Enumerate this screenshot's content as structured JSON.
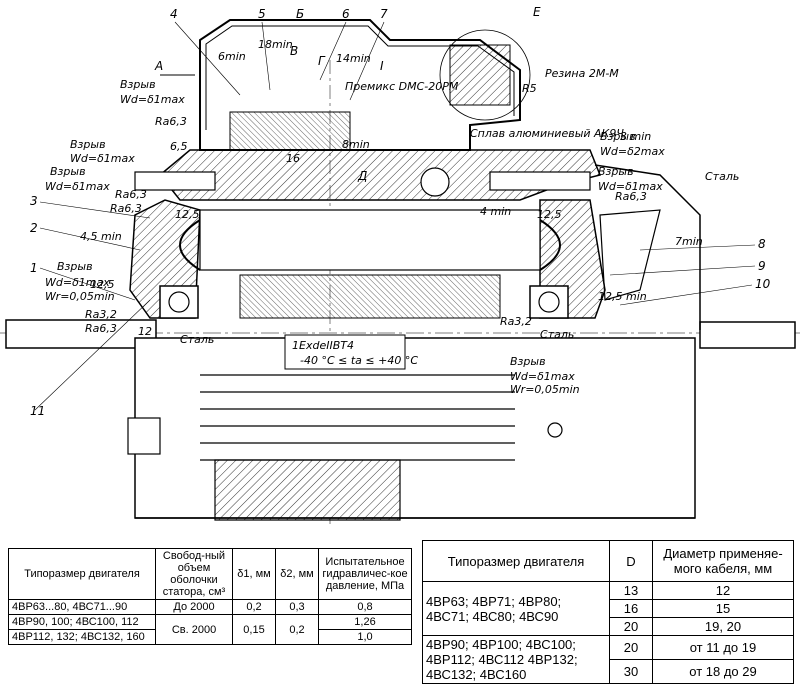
{
  "drawing": {
    "callouts": [
      "1",
      "2",
      "3",
      "4",
      "5",
      "6",
      "7",
      "8",
      "9",
      "10",
      "11"
    ],
    "section_marks": {
      "a": "А",
      "b": "Б",
      "v": "В",
      "g": "Г",
      "d": "Д",
      "e": "Е",
      "i": "I"
    },
    "annotations": {
      "premix": "Премикс DMC-20PM",
      "rubber": "Резина 2М-М",
      "r5": "R5",
      "alloy": "Сплав алюминиевый АК9Ч",
      "steel": "Сталь",
      "explosion": "Взрыв",
      "wd_max": "Wd=δ1max",
      "wd_max2": "Wd=δ2max",
      "wr": "Wr=0,05min",
      "ra63": "Ra6,3",
      "ra32": "Ra3,2",
      "m18": "18min",
      "m6": "6min",
      "m14": "14min",
      "m8": "8min",
      "m16": "16",
      "m65": "6,5",
      "m125": "12,5",
      "m125min": "12,5 min",
      "m45": "4,5 min",
      "m4": "4 min",
      "m3": "3 min",
      "m7": "7min",
      "m125b": "12,5",
      "m12": "12",
      "nameplate1": "1ExdeIIBT4",
      "nameplate2": "-40 °C ≤ ta ≤ +40 °C"
    }
  },
  "table1": {
    "headers": [
      "Типоразмер двигателя",
      "Свобод-ный объем оболочки статора, см³",
      "δ1, мм",
      "δ2, мм",
      "Испытательное гидравличес-кое давление, МПа"
    ],
    "rows": [
      {
        "type": "4ВР63...80, 4ВС71...90",
        "vol": "До 2000",
        "d1": "0,2",
        "d2": "0,3",
        "p": "0,8"
      },
      {
        "type": "4ВР90, 100; 4ВС100, 112",
        "vol": "Св. 2000",
        "d1": "0,15",
        "d2": "0,2",
        "p": "1,26"
      },
      {
        "type": "4ВР112, 132; 4ВС132, 160",
        "p": "1,0"
      }
    ]
  },
  "table2": {
    "headers": [
      "Типоразмер двигателя",
      "D",
      "Диаметр применяе-мого кабеля, мм"
    ],
    "groups": [
      {
        "type": "4ВР63; 4ВР71; 4ВР80; 4ВС71; 4ВС80; 4ВС90",
        "rows": [
          {
            "d": "13",
            "cable": "12"
          },
          {
            "d": "16",
            "cable": "15"
          },
          {
            "d": "20",
            "cable": "19, 20"
          }
        ]
      },
      {
        "type": "4ВР90; 4ВР100; 4ВС100; 4ВР112; 4ВС112 4ВР132; 4ВС132; 4ВС160",
        "rows": [
          {
            "d": "20",
            "cable": "от 11 до 19"
          },
          {
            "d": "30",
            "cable": "от 18 до 29"
          }
        ]
      }
    ]
  }
}
